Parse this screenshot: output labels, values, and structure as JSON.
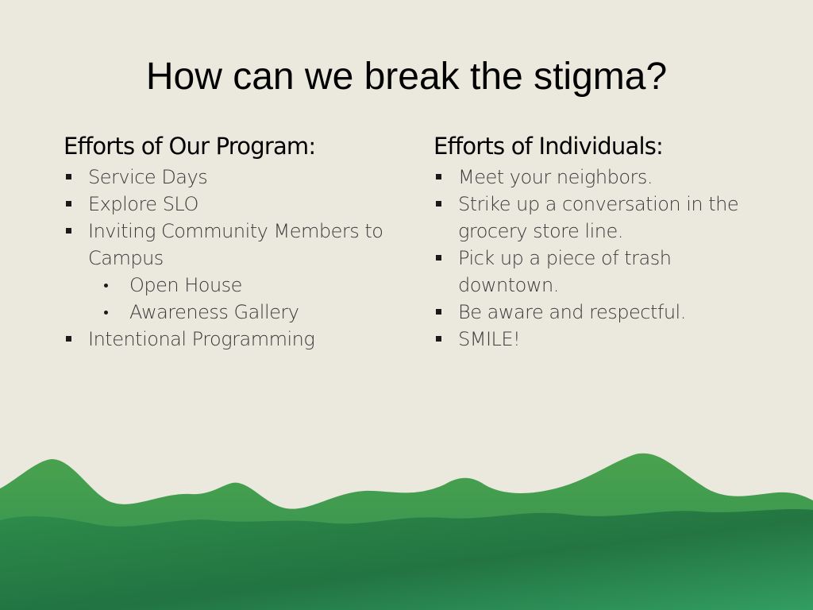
{
  "slide": {
    "title": "How can we break the stigma?"
  },
  "program": {
    "heading": "Efforts of Our Program:",
    "items": [
      {
        "label": "Service Days"
      },
      {
        "label": "Explore SLO"
      },
      {
        "label": "Inviting Community Members to Campus",
        "subitems": [
          {
            "label": "Open House"
          },
          {
            "label": "Awareness Gallery"
          }
        ]
      },
      {
        "label": "Intentional Programming"
      }
    ]
  },
  "individuals": {
    "heading": "Efforts of Individuals:",
    "items": [
      {
        "label": "Meet your neighbors."
      },
      {
        "label": "Strike up a conversation in the grocery store line."
      },
      {
        "label": "Pick up a piece of trash downtown."
      },
      {
        "label": "Be aware and respectful."
      },
      {
        "label": "SMILE!"
      }
    ]
  },
  "colors": {
    "background": "#ebe8de",
    "hill_green": "#2e8f52",
    "hill_dark": "#1f6e3e",
    "hill_light": "#5cab4a"
  }
}
